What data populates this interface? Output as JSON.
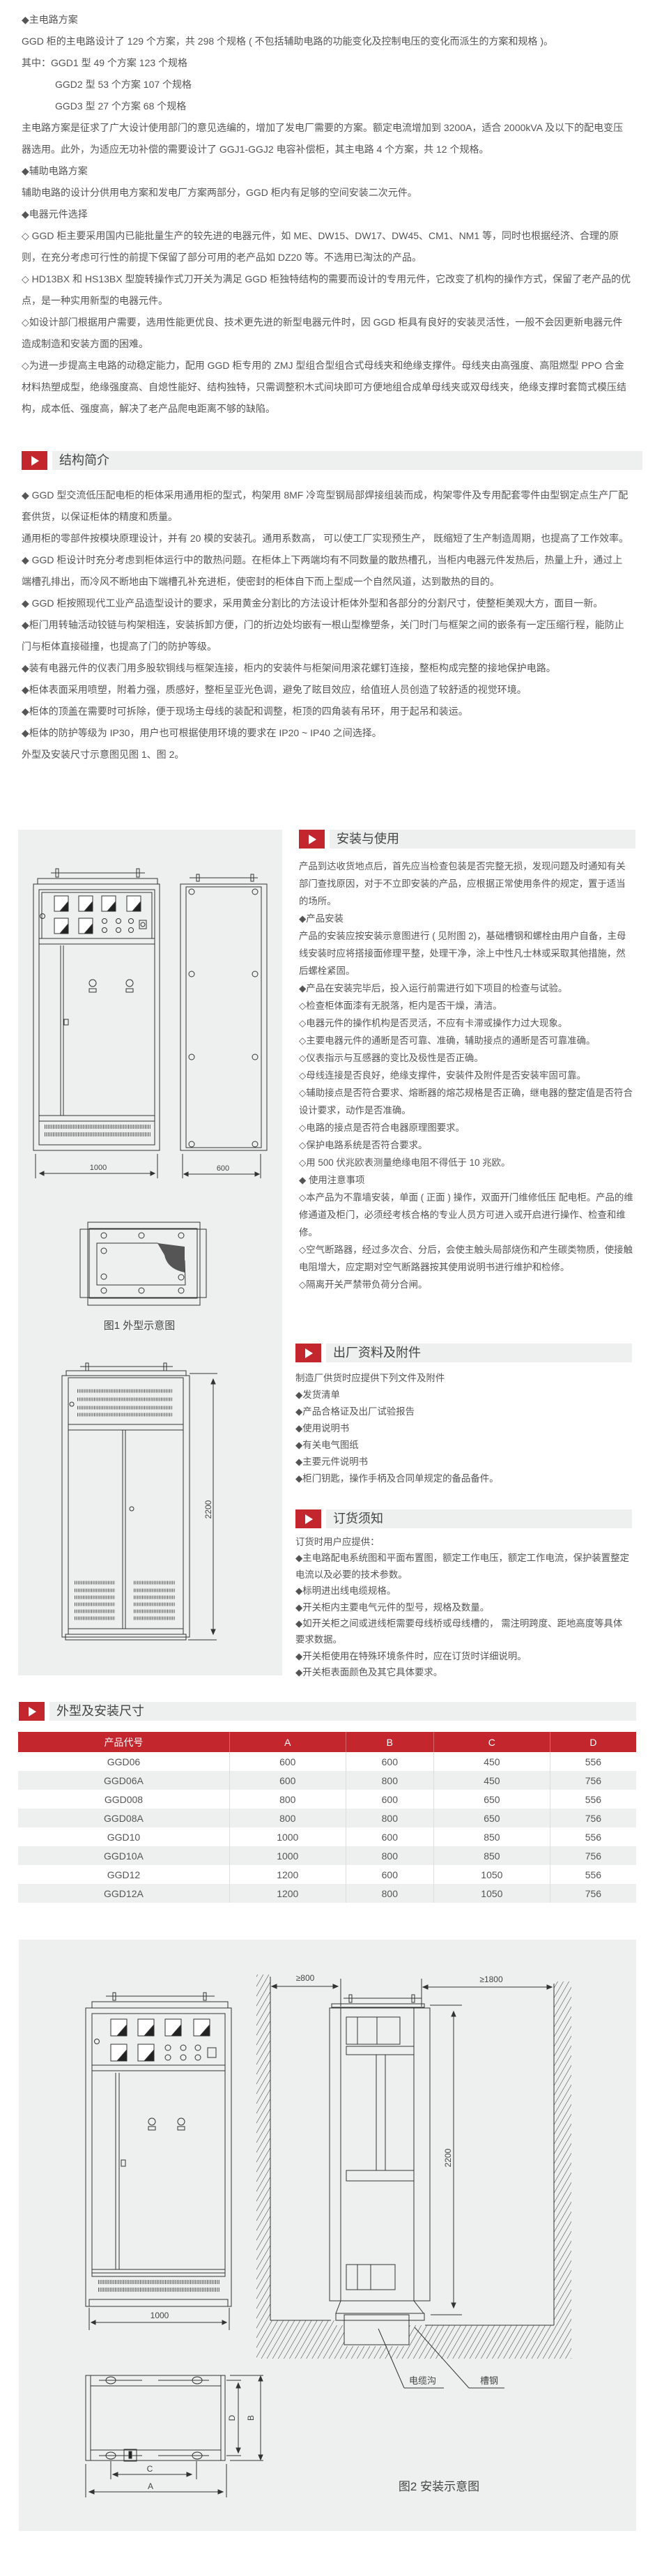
{
  "colors": {
    "accent": "#c4262e",
    "panel": "#eef0ef",
    "text": "#555555"
  },
  "intro": [
    {
      "text": "◆主电路方案"
    },
    {
      "text": "GGD 柜的主电路设计了 129 个方案，共 298 个规格 ( 不包括辅助电路的功能变化及控制电压的变化而派生的方案和规格 )。"
    },
    {
      "text": "其中：GGD1 型 49 个方案 123 个规格"
    },
    {
      "text": "GGD2 型 53 个方案 107 个规格",
      "style": "indent"
    },
    {
      "text": "GGD3 型 27 个方案 68 个规格",
      "style": "indent"
    },
    {
      "text": "主电路方案是征求了广大设计使用部门的意见选编的，增加了发电厂需要的方案。额定电流增加到 3200A，适合 2000kVA 及以下的配电变压器选用。此外，为适应无功补偿的需要设计了 GGJ1-GGJ2 电容补偿柜，其主电路 4 个方案，共 12 个规格。"
    },
    {
      "text": "◆辅助电路方案"
    },
    {
      "text": "辅助电路的设计分供用电方案和发电厂方案两部分，GGD 柜内有足够的空间安装二次元件。"
    },
    {
      "text": "◆电器元件选择"
    },
    {
      "text": "◇ GGD 柜主要采用国内已能批量生产的较先进的电器元件，如 ME、DW15、DW17、DW45、CM1、NM1 等，同时也根据经济、合理的原则，在充分考虑可行性的前提下保留了部分可用的老产品如 DZ20 等。不选用已淘汰的产品。"
    },
    {
      "text": "◇ HD13BX 和 HS13BX 型旋转操作式刀开关为满足 GGD 柜独特结构的需要而设计的专用元件，它改变了机构的操作方式，保留了老产品的优点，是一种实用新型的电器元件。"
    },
    {
      "text": "◇如设计部门根据用户需要，选用性能更优良、技术更先进的新型电器元件时，因 GGD 柜具有良好的安装灵活性，一般不会因更新电器元件造成制造和安装方面的困难。"
    },
    {
      "text": "◇为进一步提高主电路的动稳定能力，配用 GGD 柜专用的 ZMJ 型组合型组合式母线夹和绝缘支撑件。母线夹由高强度、高阻燃型 PPO 合金材料热塑成型，绝缘强度高、自熄性能好、结构独特，只需调整积木式间块即可方便地组合成单母线夹或双母线夹，绝缘支撑时套筒式模压结构，成本低、强度高，解决了老产品爬电距离不够的缺陷。"
    }
  ],
  "structure": {
    "title": "结构简介",
    "paragraphs": [
      {
        "text": "◆ GGD 型交流低压配电柜的柜体采用通用柜的型式，构架用 8MF 冷弯型钢局部焊接组装而成，构架零件及专用配套零件由型钢定点生产厂配套供货，以保证柜体的精度和质量。"
      },
      {
        "text": "通用柜的零部件按模块原理设计，并有 20 模的安装孔。通用系数高， 可以使工厂实现预生产， 既缩短了生产制造周期，也提高了工作效率。"
      },
      {
        "text": "◆ GGD 柜设计时充分考虑到柜体运行中的散热问题。在柜体上下两端均有不同数量的散热槽孔，当柜内电器元件发热后，热量上升，通过上端槽孔排出，而冷风不断地由下端槽孔补充进柜，使密封的柜体自下而上型成一个自然风道，达到散热的目的。"
      },
      {
        "text": "◆ GGD 柜按照现代工业产品造型设计的要求，采用黄金分割比的方法设计柜体外型和各部分的分割尺寸，使整柜美观大方，面目一新。"
      },
      {
        "text": "◆柜门用转轴活动铰链与构架相连，安装拆卸方便，门的折边处均嵌有一根山型橡塑条，关门时门与框架之间的嵌条有一定压缩行程，能防止门与柜体直接碰撞，也提高了门的防护等级。"
      },
      {
        "text": "◆装有电器元件的仪表门用多股软铜线与框架连接，柜内的安装件与柜架间用滚花螺钉连接，整柜构成完整的接地保护电路。"
      },
      {
        "text": "◆柜体表面采用喷塑，附着力强，质感好，整柜呈亚光色调，避免了眩目效应，给值班人员创造了较舒适的视觉环境。"
      },
      {
        "text": "◆柜体的顶盖在需要时可拆除，便于现场主母线的装配和调整，柜顶的四角装有吊环，用于起吊和装运。"
      },
      {
        "text": "◆柜体的防护等级为 IP30，用户也可根据使用环境的要求在 IP20 ~ IP40 之间选择。"
      },
      {
        "text": "外型及安装尺寸示意图见图 1、图 2。"
      }
    ]
  },
  "figure1": {
    "caption": "图1 外型示意图",
    "width_label": "1000",
    "depth_label": "600",
    "height_label": "2200"
  },
  "installation": {
    "title": "安装与使用",
    "paragraphs": [
      {
        "text": "产品到达收货地点后，首先应当检查包装是否完整无损，发现问题及时通知有关部门查找原因，对于不立即安装的产品，应根据正常使用条件的规定，置于适当的场所。"
      },
      {
        "text": "◆产品安装"
      },
      {
        "text": "产品的安装应按安装示意图进行 ( 见附图 2)，基础槽钢和螺栓由用户自备，主母线安装时应将搭接面修理平整，处理干净，涂上中性凡士林或采取其他措施，然后螺栓紧固。"
      },
      {
        "text": "◆产品在安装完毕后，投入运行前需进行如下项目的检查与试验。"
      },
      {
        "text": "◇检查柜体面漆有无脱落，柜内是否干燥，清洁。"
      },
      {
        "text": "◇电器元件的操作机构是否灵活，不应有卡滞或操作力过大现象。"
      },
      {
        "text": "◇主要电器元件的通断是否可靠、准确，辅助接点的通断是否可靠准确。"
      },
      {
        "text": "◇仪表指示与互感器的变比及极性是否正确。"
      },
      {
        "text": "◇母线连接是否良好，绝缘支撑件，安装件及附件是否安装牢固可靠。"
      },
      {
        "text": "◇辅助接点是否符合要求、熔断器的熔芯规格是否正确，继电器的整定值是否符合设计要求，动作是否准确。"
      },
      {
        "text": "◇电路的接点是否符合电器原理图要求。"
      },
      {
        "text": "◇保护电路系统是否符合要求。"
      },
      {
        "text": "◇用 500 伏兆欧表测量绝缘电阻不得低于 10 兆欧。"
      },
      {
        "text": "◆ 使用注意事项"
      },
      {
        "text": "◇本产品为不靠墙安装，单面 ( 正面 ) 操作，双面开门维修低压 配电柜。产品的维修通道及柜门，必须经考核合格的专业人员方可进入或开启进行操作、检查和维修。"
      },
      {
        "text": "◇空气断路器，经过多次合、分后，会使主触头局部烧伤和产生碳类物质，使接触电阻增大，应定期对空气断路器按其使用说明书进行维护和检修。"
      },
      {
        "text": "◇隔离开关严禁带负荷分合闸。"
      }
    ]
  },
  "accessories": {
    "title": "出厂资料及附件",
    "paragraphs": [
      {
        "text": "制造厂供货时应提供下列文件及附件"
      },
      {
        "text": "◆发货清单"
      },
      {
        "text": "◆产品合格证及出厂试验报告"
      },
      {
        "text": "◆使用说明书"
      },
      {
        "text": "◆有关电气图纸"
      },
      {
        "text": "◆主要元件说明书"
      },
      {
        "text": "◆柜门钥匙，操作手柄及合同单规定的备品备件。"
      }
    ]
  },
  "ordering": {
    "title": "订货须知",
    "paragraphs": [
      {
        "text": "订货时用户应提供："
      },
      {
        "text": "◆主电路配电系统图和平面布置图，额定工作电压，额定工作电流，保护装置整定电流以及必要的技术参数。"
      },
      {
        "text": "◆标明进出线电缆规格。"
      },
      {
        "text": "◆开关柜内主要电气元件的型号，规格及数量。"
      },
      {
        "text": "◆如开关柜之间或进线柜需要母线桥或母线槽的， 需注明跨度、距地高度等具体要求数据。"
      },
      {
        "text": "◆开关柜使用在特殊环境条件时，应在订货时详细说明。"
      },
      {
        "text": "◆开关柜表面颜色及其它具体要求。"
      }
    ]
  },
  "dimensions": {
    "title": "外型及安装尺寸",
    "headers": [
      "产品代号",
      "A",
      "B",
      "C",
      "D"
    ],
    "rows": [
      [
        "GGD06",
        "600",
        "600",
        "450",
        "556"
      ],
      [
        "GGD06A",
        "600",
        "800",
        "450",
        "756"
      ],
      [
        "GGD008",
        "800",
        "600",
        "650",
        "556"
      ],
      [
        "GGD08A",
        "800",
        "800",
        "650",
        "756"
      ],
      [
        "GGD10",
        "1000",
        "600",
        "850",
        "556"
      ],
      [
        "GGD10A",
        "1000",
        "800",
        "850",
        "756"
      ],
      [
        "GGD12",
        "1200",
        "600",
        "1050",
        "556"
      ],
      [
        "GGD12A",
        "1200",
        "800",
        "1050",
        "756"
      ]
    ]
  },
  "figure2": {
    "caption": "图2 安装示意图",
    "width_label": "1000",
    "front_clearance": "≥800",
    "rear_clearance": "≥1800",
    "height_label": "2200",
    "cable_trench": "电缆沟",
    "channel_steel": "槽钢",
    "plan_labels": {
      "a": "A",
      "b": "B",
      "c": "C",
      "d": "D"
    }
  }
}
